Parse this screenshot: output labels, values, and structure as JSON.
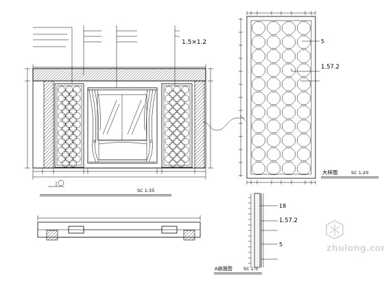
{
  "annotations": {
    "dim_main": "1.5×1.2",
    "dim_panel_a": "1.57.2",
    "dim_section_a": "1.57.2",
    "num_panel_b": "5",
    "num_section_a": "18",
    "num_section_b": "5"
  },
  "titles": {
    "elevation_scale": "SC 1:35",
    "detail_label": "大样图",
    "detail_scale": "SC 1:20",
    "section_label": "A剖面图",
    "section_scale": "SC 1:5"
  },
  "watermark": {
    "text": "zhulong.com"
  },
  "colors": {
    "line": "#000000",
    "hatch": "#000000",
    "watermark": "#d9d9d9"
  },
  "icons": {
    "section_marker": "section-cut-marker-icon",
    "watermark_logo": "zhulong-logo-icon"
  }
}
